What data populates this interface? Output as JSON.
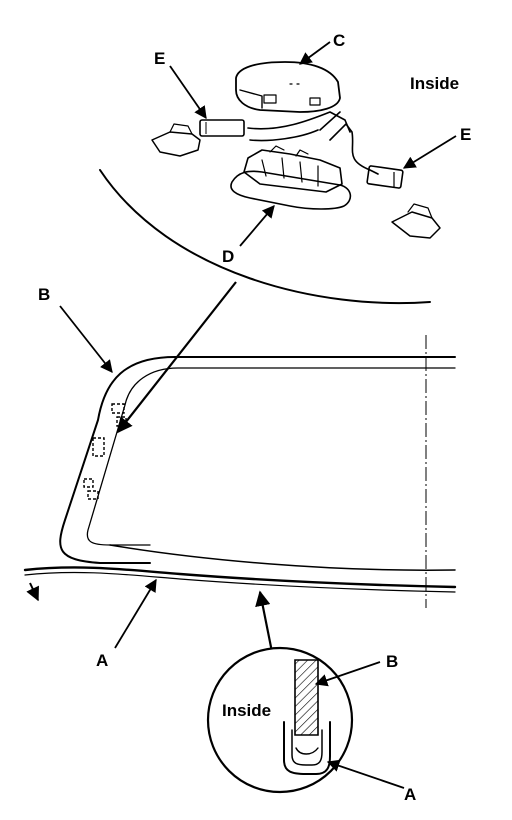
{
  "labels": {
    "a_main": "A",
    "a_detail": "A",
    "b_main": "B",
    "b_detail": "B",
    "c": "C",
    "d": "D",
    "e_left": "E",
    "e_right": "E"
  },
  "words": {
    "inside_top": "Inside",
    "inside_detail": "Inside"
  },
  "colors": {
    "ink": "#000000",
    "paper": "#ffffff"
  }
}
